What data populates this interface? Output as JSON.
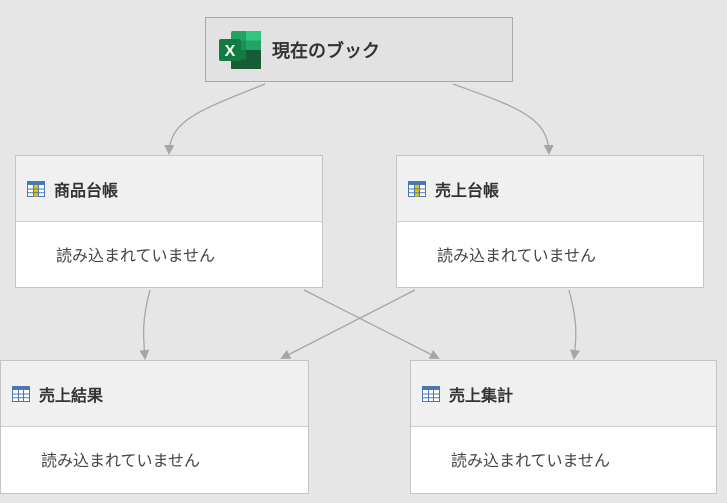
{
  "root": {
    "title": "現在のブック",
    "icon": "excel-icon",
    "icon_letter": "X"
  },
  "nodes": [
    {
      "id": "shohin",
      "title": "商品台帳",
      "status": "読み込まれていません",
      "icon": "table-icon",
      "icon_variant": "highlighted"
    },
    {
      "id": "uriage_daicho",
      "title": "売上台帳",
      "status": "読み込まれていません",
      "icon": "table-icon",
      "icon_variant": "highlighted"
    },
    {
      "id": "uriage_kekka",
      "title": "売上結果",
      "status": "読み込まれていません",
      "icon": "table-icon",
      "icon_variant": "plain"
    },
    {
      "id": "uriage_shukei",
      "title": "売上集計",
      "status": "読み込まれていません",
      "icon": "table-icon",
      "icon_variant": "plain"
    }
  ],
  "edges": [
    {
      "from": "root",
      "to": "shohin"
    },
    {
      "from": "root",
      "to": "uriage_daicho"
    },
    {
      "from": "shohin",
      "to": "uriage_kekka"
    },
    {
      "from": "shohin",
      "to": "uriage_shukei"
    },
    {
      "from": "uriage_daicho",
      "to": "uriage_kekka"
    },
    {
      "from": "uriage_daicho",
      "to": "uriage_shukei"
    }
  ],
  "colors": {
    "background": "#e6e6e6",
    "edge": "#a6a6a6",
    "excel_green": "#107c41",
    "table_blue": "#4a78b5",
    "table_highlight": "#e8c400"
  }
}
